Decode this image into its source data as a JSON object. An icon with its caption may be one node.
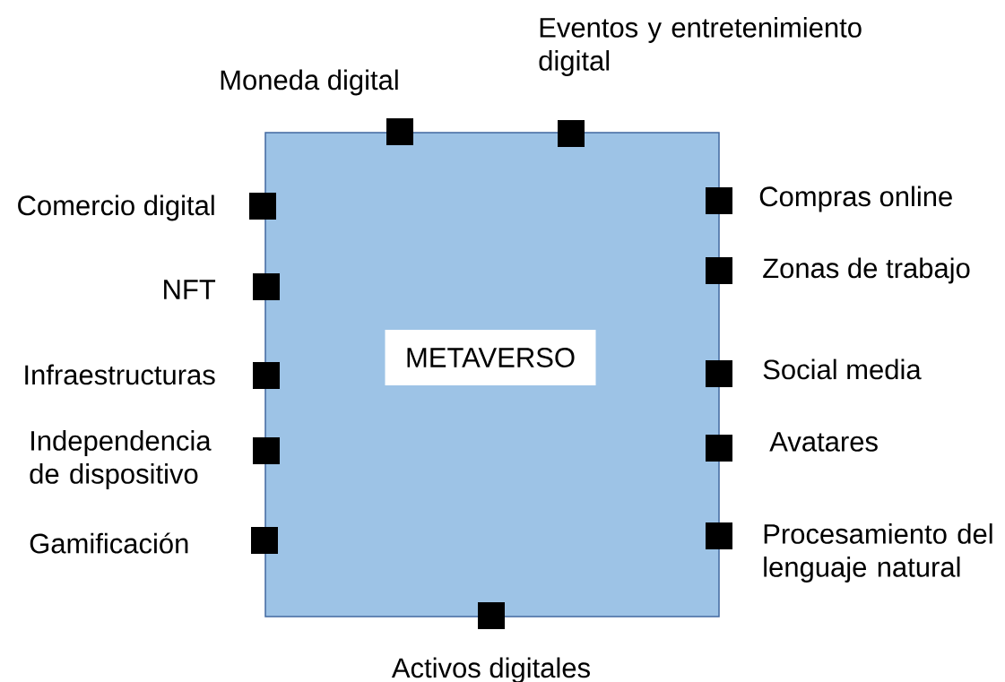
{
  "diagram": {
    "nodes": [
      {
        "text": [],
        "shape": "box"
      },
      {
        "text": [
          "METAVERSO"
        ],
        "in": 0
      },
      {
        "text": [],
        "shape": "box",
        "beside": [
          "Moneda digital"
        ]
      },
      {
        "text": [],
        "shape": "box",
        "beside": [
          "Eventos y entretenimiento digital"
        ]
      },
      {
        "text": [],
        "shape": "box",
        "beside": [
          "Comercio digital"
        ]
      },
      {
        "text": [],
        "shape": "box",
        "beside": [
          "NFT"
        ]
      },
      {
        "text": [],
        "shape": "box",
        "beside": [
          "Infraestructuras"
        ]
      },
      {
        "text": [],
        "shape": "box",
        "beside": [
          "Independencia de dispositivo"
        ]
      },
      {
        "text": [],
        "shape": "box",
        "beside": [
          "Gamificación"
        ]
      },
      {
        "text": [],
        "shape": "box",
        "beside": [
          "Compras online"
        ]
      },
      {
        "text": [],
        "shape": "box",
        "beside": [
          "Zonas de trabajo"
        ]
      },
      {
        "text": [],
        "shape": "box",
        "beside": [
          "Social media"
        ]
      },
      {
        "text": [],
        "shape": "box",
        "beside": [
          "Avatares"
        ]
      },
      {
        "text": [],
        "shape": "box",
        "beside": [
          "Procesamiento del lenguaje natural"
        ]
      },
      {
        "text": [],
        "shape": "box",
        "beside": [
          "Activos digitales"
        ]
      }
    ]
  }
}
